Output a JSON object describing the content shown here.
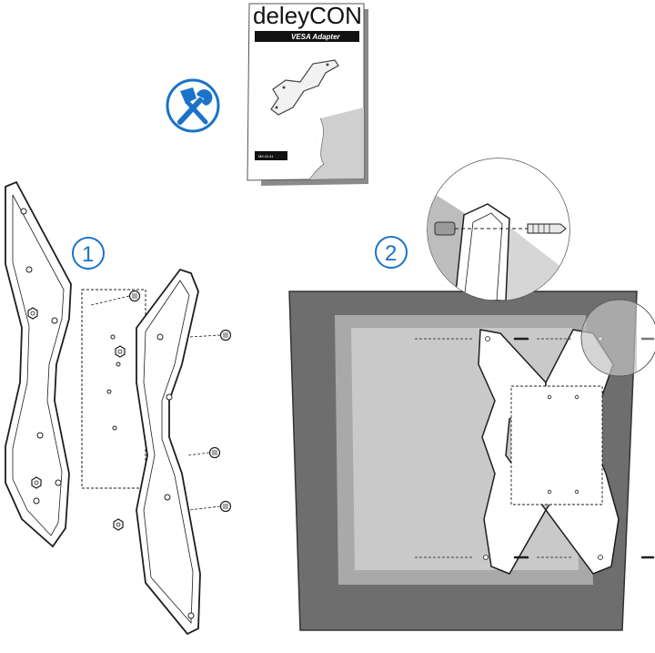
{
  "manual": {
    "brand": "deleyCON",
    "subtitle": "VESA Adapter",
    "code": "MK-M-41"
  },
  "steps": [
    {
      "number": "1"
    },
    {
      "number": "2"
    }
  ],
  "colors": {
    "accent": "#1a73c9",
    "tv_frame": "#6e6e6e",
    "tv_inner": "#a9a9a9",
    "tv_screen": "#c9c9c9",
    "line": "#1e1e1e"
  },
  "icons": [
    "tools-icon",
    "screw-icon",
    "magnifier-detail-icon"
  ]
}
